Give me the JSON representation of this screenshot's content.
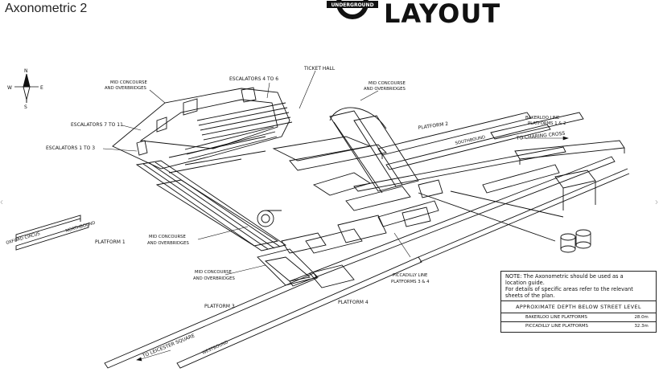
{
  "header": {
    "title": "Axonometric 2",
    "logo_text": "UNDERGROUND",
    "heading": "LAYOUT"
  },
  "compass": {
    "n": "N",
    "s": "S",
    "e": "E",
    "w": "W"
  },
  "labels": {
    "ticket_hall": "TICKET HALL",
    "escalators_4_6": "ESCALATORS 4 TO 6",
    "mid_concourse_top_left_1": "MID CONCOURSE",
    "mid_concourse_top_left_2": "AND OVERBRIDGES",
    "mid_concourse_top_right_1": "MID CONCOURSE",
    "mid_concourse_top_right_2": "AND OVERBRIDGES",
    "escalators_7_11": "ESCALATORS 7 TO 11",
    "escalators_1_3": "ESCALATORS 1 TO 3",
    "platform_2": "PLATFORM 2",
    "bakerloo_line_1": "BAKERLOO LINE",
    "bakerloo_line_2": "PLATFORMS 1 & 2",
    "southbound": "SOUTHBOUND",
    "to_charing_cross": "TO CHARING CROSS",
    "northbound": "NORTHBOUND",
    "oxford_circus": "OXFORD CIRCUS",
    "platform_1": "PLATFORM 1",
    "mid_concourse_center_1": "MID CONCOURSE",
    "mid_concourse_center_2": "AND OVERBRIDGES",
    "mid_concourse_lower_1": "MID CONCOURSE",
    "mid_concourse_lower_2": "AND OVERBRIDGES",
    "piccadilly_line_1": "PICCADILLY LINE",
    "piccadilly_line_2": "PLATFORMS 3 & 4",
    "platform_3": "PLATFORM 3",
    "platform_4": "PLATFORM 4",
    "to_leicester_square": "TO LEICESTER SQUARE",
    "westbound": "WESTBOUND"
  },
  "note": {
    "line1": "NOTE: The Axonometric should be used as a",
    "line2": "location guide.",
    "line3": "For details of specific areas refer to the relevant",
    "line4": "sheets of the plan.",
    "table_header": "APPROXIMATE DEPTH BELOW STREET LEVEL",
    "rows": [
      {
        "name": "BAKERLOO LINE PLATFORMS",
        "depth": "28.0m"
      },
      {
        "name": "PICCADILLY LINE PLATFORMS",
        "depth": "32.3m"
      }
    ]
  },
  "colors": {
    "ink": "#111111",
    "logo_red": "#d4001a",
    "logo_blue": "#10069f"
  }
}
